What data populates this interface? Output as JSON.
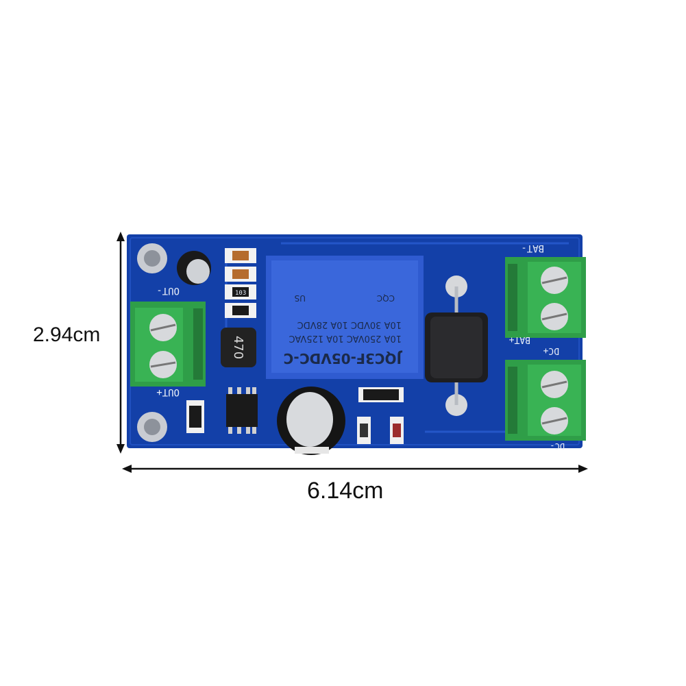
{
  "dimensions": {
    "height": "2.94cm",
    "width": "6.14cm"
  },
  "silkscreen": {
    "out_minus": "OUT-",
    "out_plus": "OUT+",
    "bat_minus": "BAT-",
    "bat_plus": "BAT+",
    "dc_plus": "DC+",
    "dc_minus": "DC-",
    "inductor": "470",
    "resistor": "103"
  },
  "relay": {
    "model": "JQC3F-05VDC-C",
    "rating_1": "10A 250VAC 10A 125VAC",
    "rating_2": "10A 30VDC 10A 28VDC",
    "mark_cqc": "CQC",
    "mark_ul": "US"
  },
  "colors": {
    "pcb": "#1340a8",
    "terminal": "#2f9e48",
    "relay": "#2f5bd0"
  }
}
